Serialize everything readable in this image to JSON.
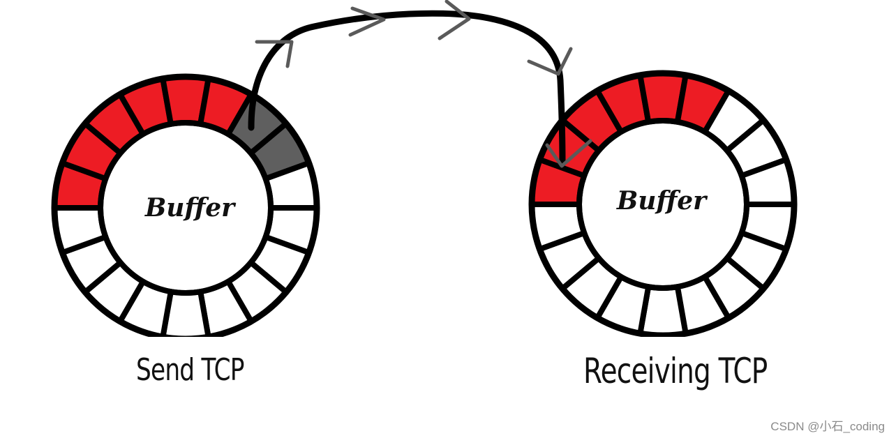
{
  "diagram": {
    "buffers": [
      {
        "id": "send",
        "label": "Buffer",
        "caption": "Send TCP",
        "segments": [
          "red",
          "red",
          "red",
          "red",
          "red",
          "red",
          "gray",
          "gray",
          "white",
          "white",
          "white",
          "white",
          "white",
          "white",
          "white",
          "white",
          "white",
          "white"
        ]
      },
      {
        "id": "receive",
        "label": "Buffer",
        "caption": "Receiving TCP",
        "segments": [
          "red",
          "red",
          "red",
          "red",
          "red",
          "red",
          "white",
          "white",
          "white",
          "white",
          "white",
          "white",
          "white",
          "white",
          "white",
          "white",
          "white",
          "white"
        ]
      }
    ],
    "colors": {
      "red": "#ed1c24",
      "gray": "#5f5f5f",
      "white": "#ffffff",
      "stroke": "#000000",
      "arrowhead": "#5a5a5a"
    },
    "icons": [
      "arrow-chevron-icon"
    ]
  },
  "watermark": "CSDN @小石_coding"
}
